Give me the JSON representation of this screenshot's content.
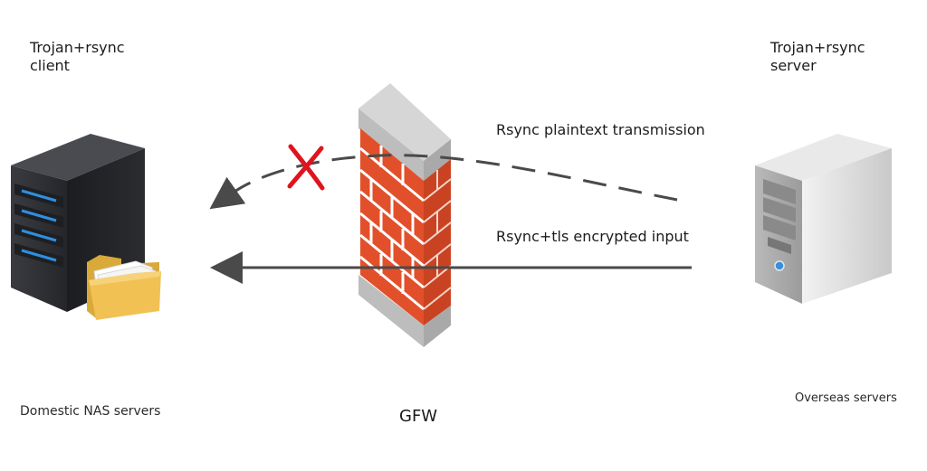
{
  "client": {
    "role_line1": "Trojan+rsync",
    "role_line2": "client",
    "caption": "Domestic NAS servers"
  },
  "server": {
    "role_line1": "Trojan+rsync",
    "role_line2": "server",
    "caption": "Overseas servers"
  },
  "firewall": {
    "caption": "GFW"
  },
  "flows": {
    "plaintext_label": "Rsync plaintext transmission",
    "encrypted_label": "Rsync+tls encrypted input"
  },
  "colors": {
    "brick": "#e2502b",
    "mortar": "#ffffff",
    "cap_gray": "#c8c8c8",
    "server_dark": "#2e2f33",
    "server_led": "#2f8fe0",
    "folder": "#f1c154",
    "arrow": "#4a4a4a",
    "blocked_x": "#e0141e"
  }
}
